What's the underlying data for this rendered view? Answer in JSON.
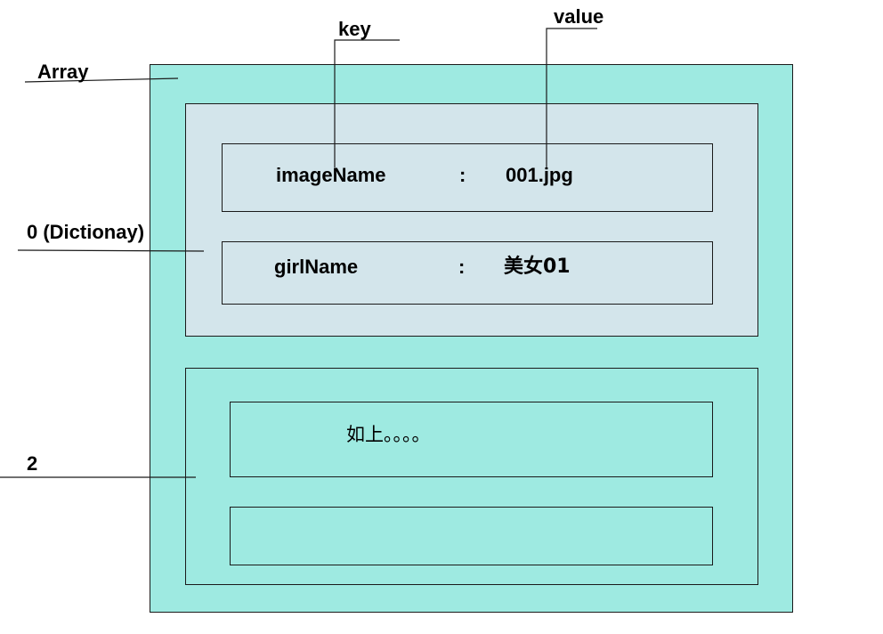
{
  "diagram": {
    "colors": {
      "array_fill": "#9eeae1",
      "dict_fill": "#d3e5eb",
      "outline": "#1a1a1a",
      "text": "#000000"
    },
    "labels": {
      "array": "Array",
      "dict0": "0 (Dictionay)",
      "dict2": "2",
      "key": "key",
      "value": "value"
    },
    "pairs": [
      {
        "key": "imageName",
        "separator": ":",
        "value": "001.jpg"
      },
      {
        "key": "girlName",
        "separator": ":",
        "value": "美女01"
      }
    ],
    "dict2_rows": [
      "如上。。。。",
      ""
    ]
  }
}
